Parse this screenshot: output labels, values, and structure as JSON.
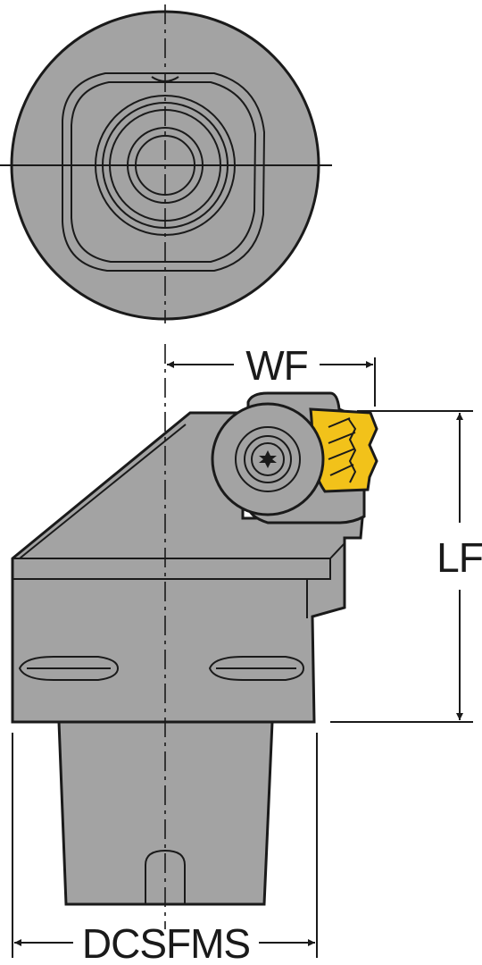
{
  "dimensions": {
    "wf": "WF",
    "lf": "LF",
    "dcsfms": "DCSFMS"
  },
  "colors": {
    "body": "#a3a3a3",
    "outline": "#1a1a1a",
    "insert": "#f2c21a",
    "background": "#ffffff"
  }
}
